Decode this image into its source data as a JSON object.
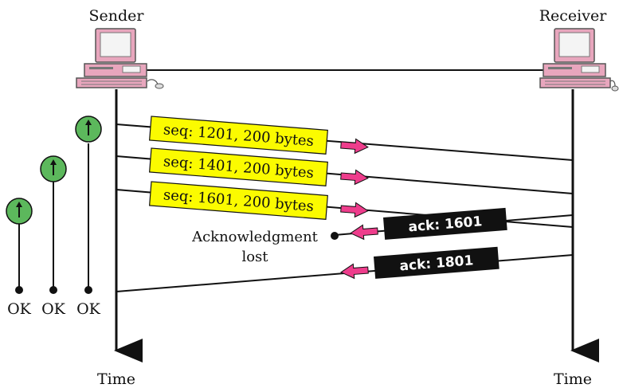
{
  "labels": {
    "sender": "Sender",
    "receiver": "Receiver",
    "time_left": "Time",
    "time_right": "Time",
    "ack_lost_line1": "Acknowledgment",
    "ack_lost_line2": "lost"
  },
  "segments": [
    {
      "label": "seq: 1201, 200 bytes"
    },
    {
      "label": "seq: 1401, 200 bytes"
    },
    {
      "label": "seq: 1601, 200 bytes"
    }
  ],
  "acks": [
    {
      "label": "ack: 1601",
      "status": "lost"
    },
    {
      "label": "ack: 1801",
      "status": "received"
    }
  ],
  "timers": [
    {
      "status": "OK"
    },
    {
      "status": "OK"
    },
    {
      "status": "OK"
    }
  ],
  "colors": {
    "segment_fill": "#fbfb00",
    "ack_fill": "#111111",
    "arrow_fill": "#ee3d8c",
    "timer_fill": "#5cb85c",
    "computer_pink": "#e8a6bd",
    "computer_screen": "#f4f4f4"
  }
}
